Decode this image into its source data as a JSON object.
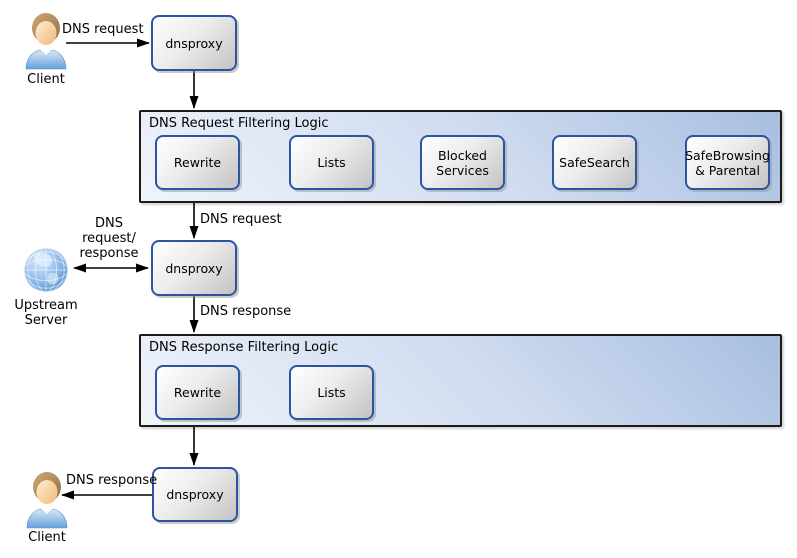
{
  "nodes": {
    "client_top": {
      "label": "Client"
    },
    "dnsproxy_top": {
      "label": "dnsproxy"
    },
    "dnsproxy_mid": {
      "label": "dnsproxy"
    },
    "dnsproxy_bottom": {
      "label": "dnsproxy"
    },
    "upstream_server": {
      "lines": [
        "Upstream",
        "Server"
      ]
    },
    "client_bottom": {
      "label": "Client"
    }
  },
  "containers": [
    {
      "title": "DNS Request Filtering Logic",
      "boxes": [
        {
          "label": "Rewrite"
        },
        {
          "label": "Lists"
        },
        {
          "label": "Blocked Services"
        },
        {
          "label": "SafeSearch"
        },
        {
          "label": "SafeBrowsing & Parental"
        }
      ]
    },
    {
      "title": "DNS Response Filtering Logic",
      "boxes": [
        {
          "label": "Rewrite"
        },
        {
          "label": "Lists"
        }
      ]
    }
  ],
  "edge_labels": {
    "client_to_proxy": "DNS request",
    "filter_to_proxy": "DNS request",
    "upstream_lines": [
      "DNS",
      "request/",
      "response"
    ],
    "proxy_to_filter": "DNS response",
    "proxy_to_client": "DNS response"
  },
  "colors": {
    "box_border": "#2a55a2",
    "box_fill_light": "#ffffff",
    "box_fill_dark": "#c3c3c3",
    "container_border": "#1b1b1b",
    "container_fill_light": "#f0f4fb",
    "container_fill_dark": "#a8bee0",
    "arrow": "#000000",
    "canvas": "#ffffff"
  }
}
